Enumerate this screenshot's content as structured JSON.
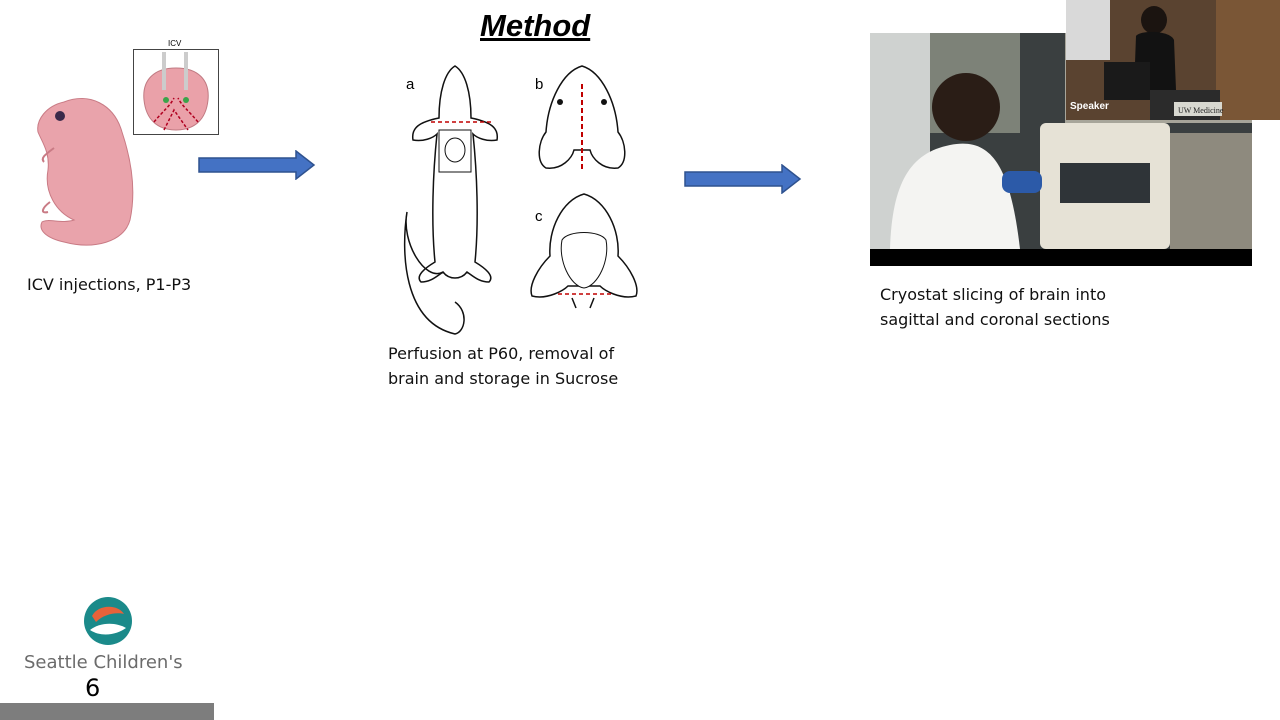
{
  "slide": {
    "title": "Method",
    "page_number": "6",
    "logo_text": "Seattle Children's",
    "step1_caption": "ICV injections, P1-P3",
    "step2_caption": "Perfusion at P60, removal of brain and storage in Sucrose",
    "step3_caption": "Cryostat slicing of brain into sagittal and coronal sections",
    "inset_label": "ICV",
    "panel_labels": {
      "a": "a",
      "b": "b",
      "c": "c"
    }
  },
  "video": {
    "speaker_label": "Speaker",
    "sign_text": "UW Medicine"
  },
  "colors": {
    "arrow_fill": "#4472c4",
    "arrow_stroke": "#2f528f",
    "mouse_pink": "#e8a0a8",
    "logo_teal": "#1b8a8a",
    "logo_orange": "#e8623a",
    "dashed_red": "#c00000"
  }
}
